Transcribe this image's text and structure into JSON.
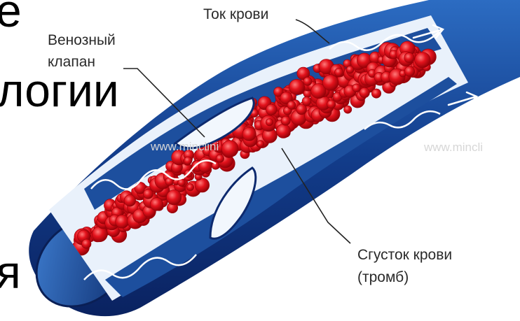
{
  "slide": {
    "fragments": [
      "е",
      "логии",
      "я"
    ]
  },
  "diagram": {
    "labels": {
      "blood_flow": "Ток крови",
      "venous_valve_line1": "Венозный",
      "venous_valve_line2": "клапан",
      "clot_line1": "Сгусток крови",
      "clot_line2": "(тромб)"
    },
    "watermark_left": "www.minclini",
    "watermark_right": "www.mincli",
    "colors": {
      "vessel_wall": "#0d2a6e",
      "vessel_inner": "#1e5db4",
      "lumen": "#e9f1fb",
      "clot": "#d8101a",
      "clot_dark": "#9b0008",
      "clot_highlight": "#ff6b6b"
    }
  }
}
